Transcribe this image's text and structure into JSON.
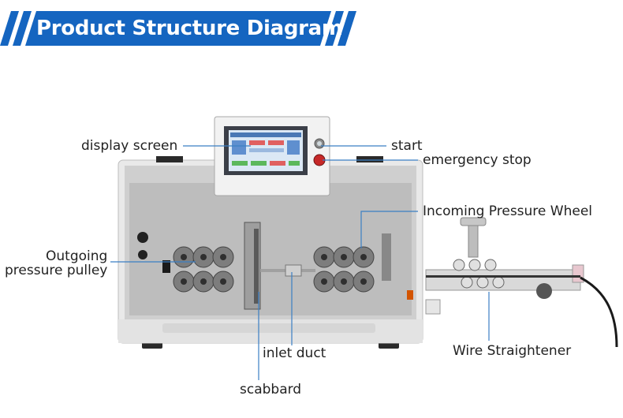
{
  "banner": {
    "title": "Product Structure Diagram",
    "color": "#1565c0"
  },
  "labels": {
    "display_screen": "display screen",
    "start": "start",
    "emergency_stop": "emergency stop",
    "incoming_pressure_wheel": "Incoming Pressure Wheel",
    "outgoing_line1": "Outgoing",
    "outgoing_line2": "pressure pulley",
    "inlet_duct": "inlet duct",
    "scabbard": "scabbard",
    "wire_straightener": "Wire Straightener"
  },
  "colors": {
    "leader_line": "#3b7fc4",
    "label_text": "#222222"
  }
}
